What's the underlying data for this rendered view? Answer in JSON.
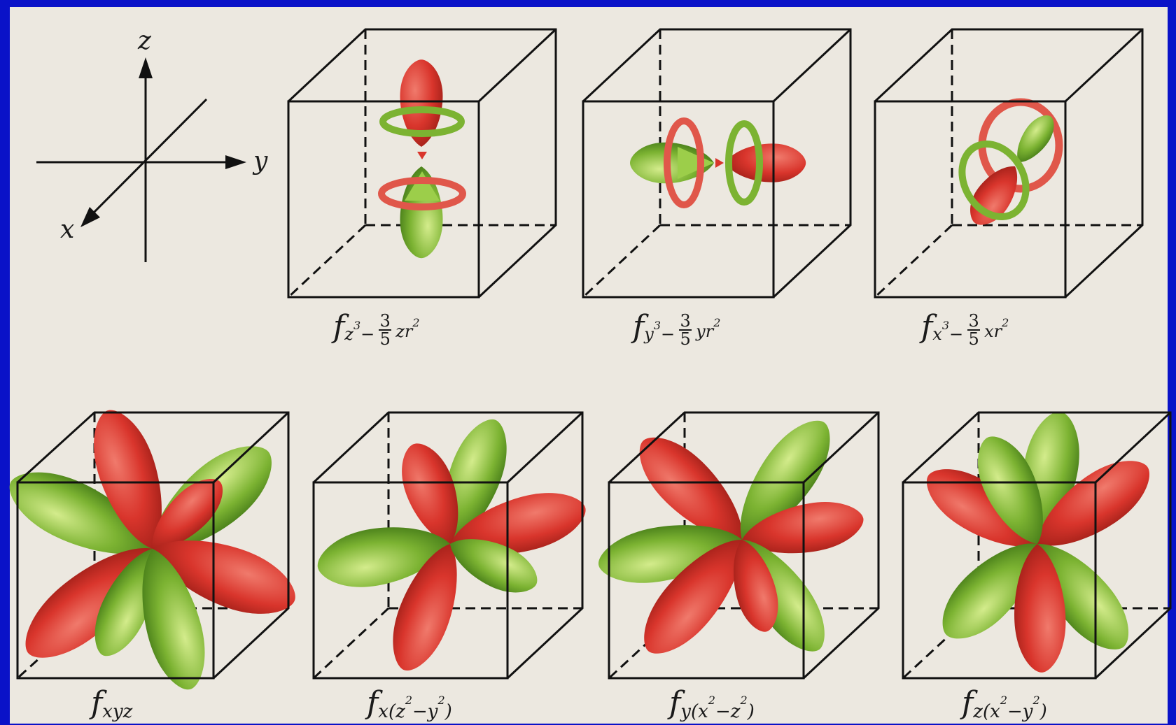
{
  "axes": {
    "z_label": "z",
    "y_label": "y",
    "x_label": "x"
  },
  "orbitals": [
    {
      "id": "fz3",
      "symbol": "f",
      "sub_var": "z",
      "sub_power": "3",
      "minus": "−",
      "frac_num": "3",
      "frac_den": "5",
      "tail_var": "zr",
      "tail_power": "2"
    },
    {
      "id": "fy3",
      "symbol": "f",
      "sub_var": "y",
      "sub_power": "3",
      "minus": "−",
      "frac_num": "3",
      "frac_den": "5",
      "tail_var": "yr",
      "tail_power": "2"
    },
    {
      "id": "fx3",
      "symbol": "f",
      "sub_var": "x",
      "sub_power": "3",
      "minus": "−",
      "frac_num": "3",
      "frac_den": "5",
      "tail_var": "xr",
      "tail_power": "2"
    },
    {
      "id": "fxyz",
      "symbol": "f",
      "sub": "xyz"
    },
    {
      "id": "fx_z2y2",
      "symbol": "f",
      "sub_a": "x(z",
      "sup_a": "2",
      "sub_b": "−y",
      "sup_b": "2",
      "sub_c": ")"
    },
    {
      "id": "fy_x2z2",
      "symbol": "f",
      "sub_a": "y(x",
      "sup_a": "2",
      "sub_b": "−z",
      "sup_b": "2",
      "sub_c": ")"
    },
    {
      "id": "fz_x2y2",
      "symbol": "f",
      "sub_a": "z(x",
      "sup_a": "2",
      "sub_b": "−y",
      "sup_b": "2",
      "sub_c": ")"
    }
  ],
  "colors": {
    "positive_lobe": "#d9352c",
    "negative_lobe": "#7cb332",
    "background": "#ece8e0",
    "frame": "#0a12c8",
    "lines": "#111111"
  }
}
